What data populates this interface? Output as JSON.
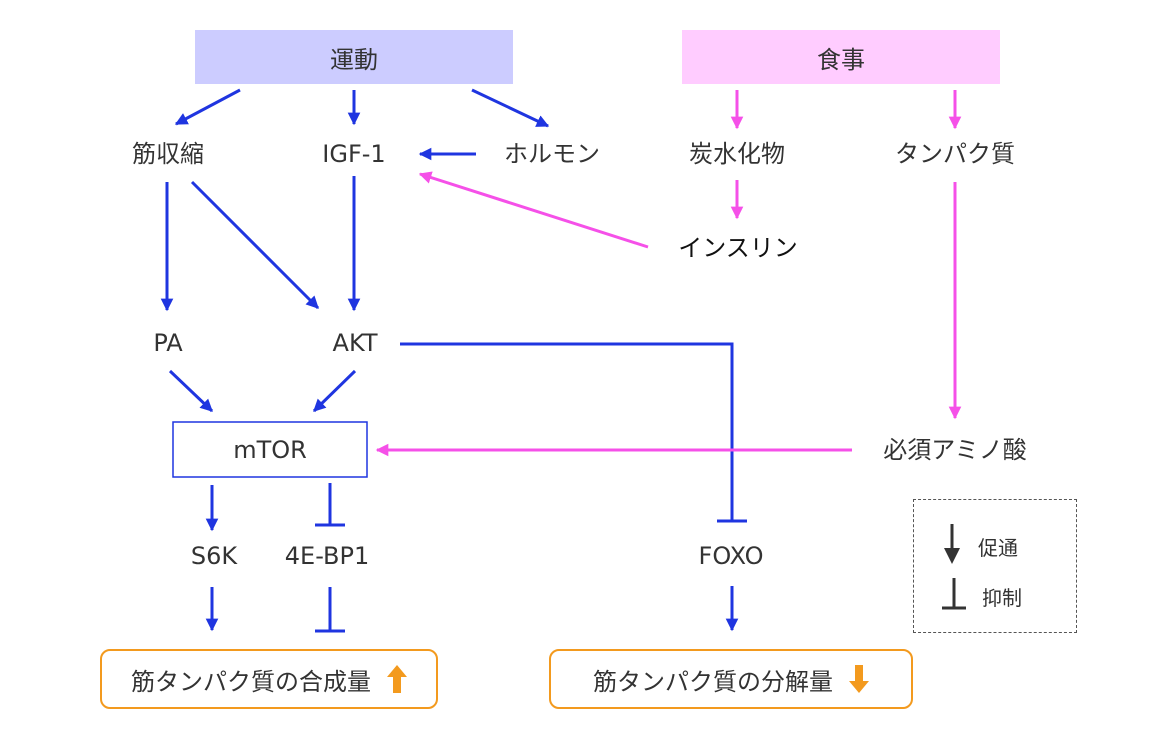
{
  "colors": {
    "blue": "#1f35e0",
    "magenta": "#f550e8",
    "orange": "#f39a1e",
    "exercise_fill": "#ccccff",
    "meal_fill": "#ffccff"
  },
  "headers": {
    "exercise": "運動",
    "meal": "食事"
  },
  "nodes": {
    "muscle_contraction": "筋収縮",
    "igf1": "IGF-1",
    "hormone": "ホルモン",
    "carbohydrate": "炭水化物",
    "protein": "タンパク質",
    "insulin": "インスリン",
    "pa": "PA",
    "akt": "AKT",
    "mtor": "mTOR",
    "essential_amino_acid": "必須アミノ酸",
    "s6k": "S6K",
    "eif4ebp1": "4E-BP1",
    "foxo": "FOXO"
  },
  "results": {
    "synthesis": "筋タンパク質の合成量",
    "synthesis_icon": "up-arrow-icon",
    "breakdown": "筋タンパク質の分解量",
    "breakdown_icon": "down-arrow-icon"
  },
  "legend": {
    "promote": "促通",
    "inhibit": "抑制"
  }
}
